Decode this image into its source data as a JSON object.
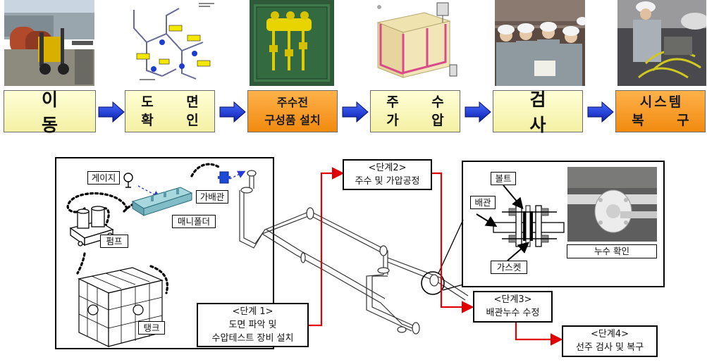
{
  "process_steps": [
    {
      "lines": [
        "이 동"
      ],
      "style": "yellow"
    },
    {
      "lines": [
        "도 면",
        "확 인"
      ],
      "style": "yellow"
    },
    {
      "lines": [
        "주수전",
        "구성품 설치"
      ],
      "style": "orange"
    },
    {
      "lines": [
        "주 수",
        "가 압"
      ],
      "style": "yellow"
    },
    {
      "lines": [
        "검 사"
      ],
      "style": "yellow"
    },
    {
      "lines": [
        "시스템",
        "복 구"
      ],
      "style": "orange"
    }
  ],
  "equipment_labels": {
    "gauge": "게이지",
    "temp_pipe": "가배관",
    "manifold": "매니폴더",
    "pump": "펌프",
    "tank": "탱크"
  },
  "stages": {
    "stage1": {
      "title": "<단계 1>",
      "line1": "도면 파악 및",
      "line2": "수압테스트 장비 설치"
    },
    "stage2": {
      "title": "<단계2>",
      "line1": "주수 및 가압공정"
    },
    "stage3": {
      "title": "<단계3>",
      "line1": "배관누수 수정"
    },
    "stage4": {
      "title": "<단계4>",
      "line1": "선주 검사 및 복구"
    }
  },
  "detail_labels": {
    "bolt": "볼트",
    "pipe": "배관",
    "gasket": "가스켓",
    "leak_check": "누수 확인"
  },
  "colors": {
    "step_yellow": "#f4f0a4",
    "step_orange": "#f08a10",
    "arrow_blue": "#1030d8",
    "flow_red": "#e00000"
  }
}
